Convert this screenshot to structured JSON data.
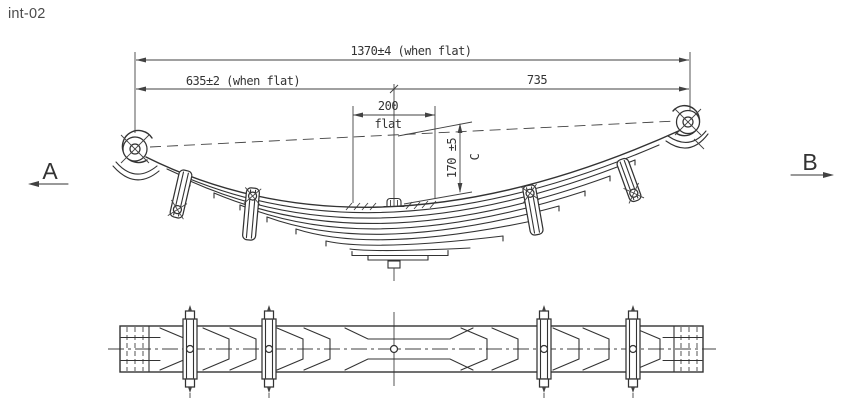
{
  "page": {
    "label": "int-02"
  },
  "drawing": {
    "dimensions": {
      "total_length": "1370±4 (when flat)",
      "front_length": "635±2 (when flat)",
      "rear_length": "735",
      "flat_length": "200",
      "flat_label": "flat",
      "free_camber": "170 ±5",
      "camber_letter": "C"
    },
    "view_labels": {
      "left": "A",
      "right": "B"
    },
    "colors": {
      "line": "#333333",
      "dimension": "#424242",
      "page_label": "#4b4b4b",
      "background": "#ffffff"
    }
  }
}
